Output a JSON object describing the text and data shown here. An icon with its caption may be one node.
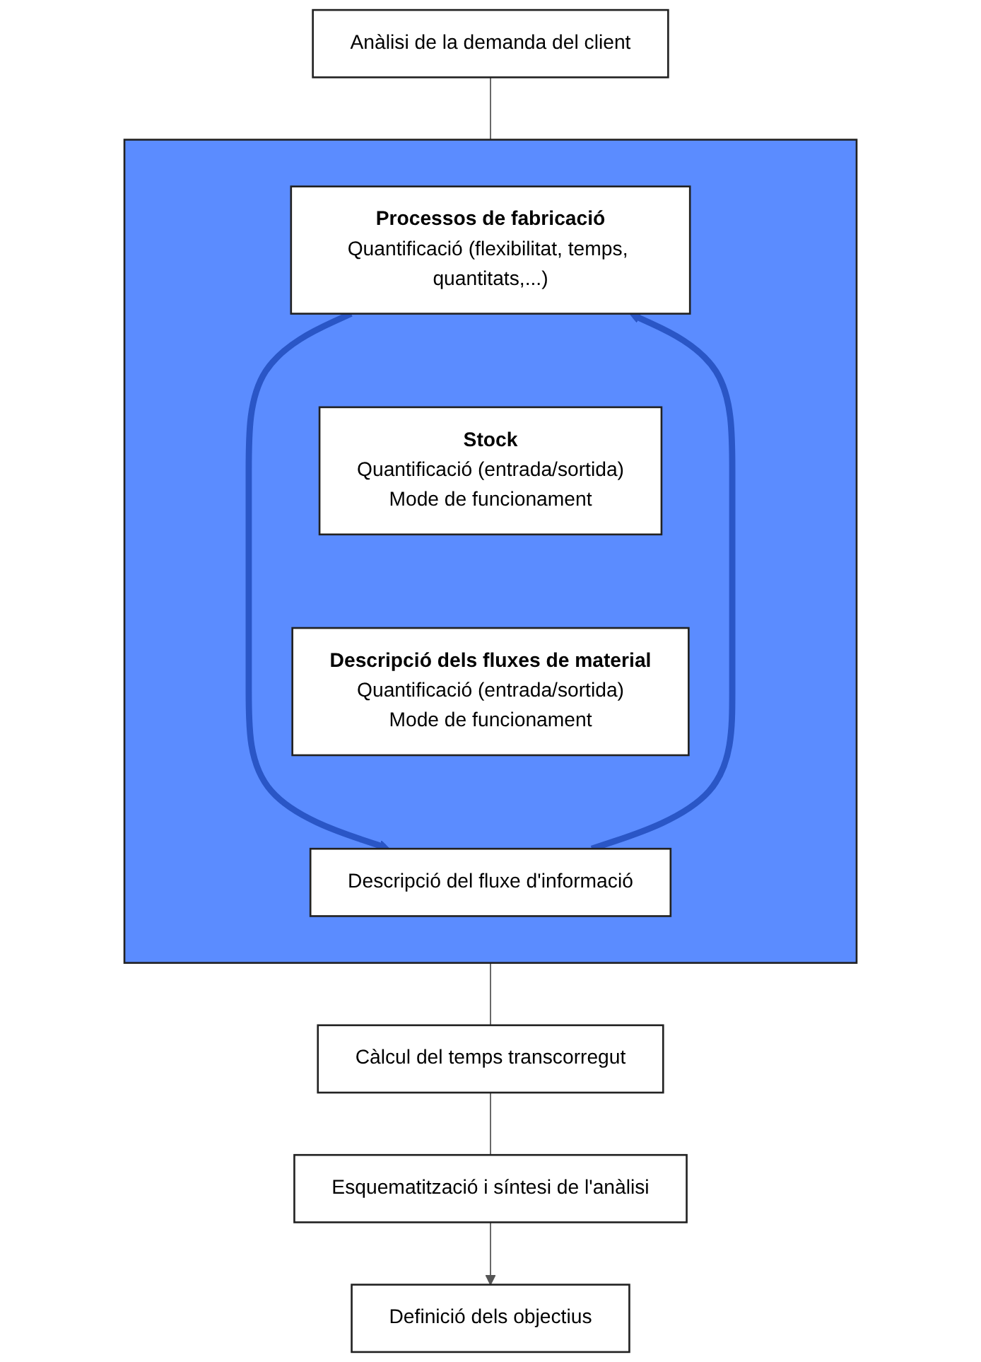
{
  "diagram": {
    "nodes": [
      {
        "text": [
          "Anàlisi de la demanda del client"
        ]
      },
      {
        "text": [],
        "shape": "box"
      },
      {
        "text": [
          "Processos de fabricació",
          "Quantificació (flexibilitat, temps, quantitats,...)"
        ],
        "in": 1
      },
      {
        "text": [
          "Stock",
          "Quantificació (entrada/sortida)",
          "Mode de funcionament"
        ],
        "in": 1
      },
      {
        "text": [
          "Descripció dels fluxes de material",
          "Quantificació (entrada/sortida)",
          "Mode de funcionament"
        ],
        "in": 1
      },
      {
        "text": [
          "Descripció del fluxe d'informació"
        ],
        "in": 1
      },
      {
        "text": [
          "Càlcul del temps transcorregut"
        ]
      },
      {
        "text": [
          "Esquematització i síntesi de l'anàlisi"
        ]
      },
      {
        "text": [
          "Definició dels objectius"
        ]
      }
    ],
    "edges": [
      {
        "from": 0,
        "to": 1,
        "arrow": "none"
      },
      {
        "from": 5,
        "to": 2,
        "arrow": "to",
        "style": "thick",
        "color": "#2a56c6"
      },
      {
        "from": 2,
        "to": 5,
        "arrow": "to",
        "style": "thick",
        "color": "#2a56c6"
      },
      {
        "from": 1,
        "to": 6,
        "arrow": "none"
      },
      {
        "from": 6,
        "to": 7,
        "arrow": "none"
      },
      {
        "from": 7,
        "to": 8,
        "arrow": "to"
      }
    ]
  }
}
